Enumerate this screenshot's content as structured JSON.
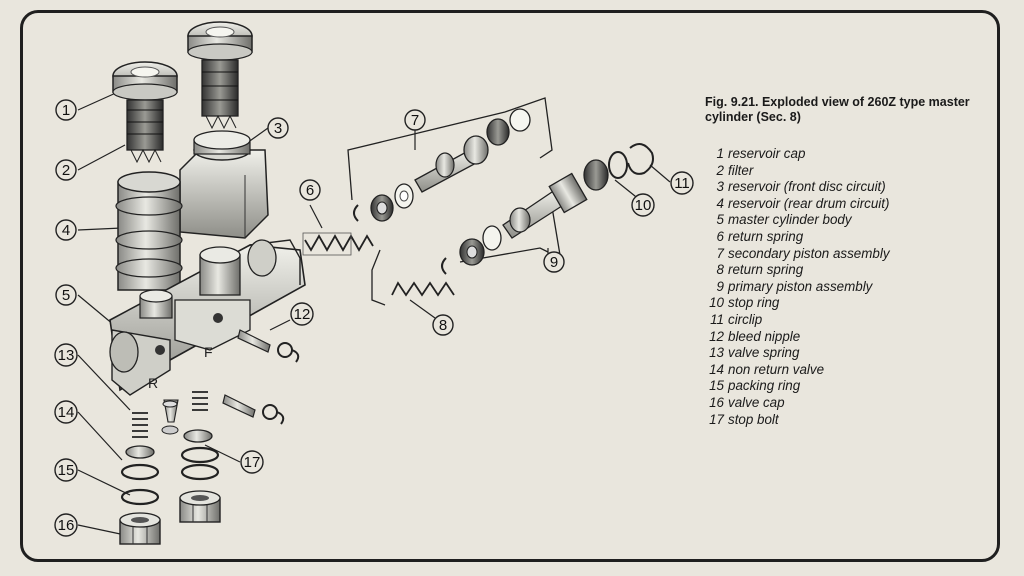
{
  "figure": {
    "caption": "Fig. 9.21. Exploded view of 260Z type master cylinder (Sec. 8)",
    "legend": [
      {
        "num": "1",
        "label": "reservoir cap"
      },
      {
        "num": "2",
        "label": "filter"
      },
      {
        "num": "3",
        "label": "reservoir (front disc circuit)"
      },
      {
        "num": "4",
        "label": "reservoir (rear drum circuit)"
      },
      {
        "num": "5",
        "label": "master cylinder body"
      },
      {
        "num": "6",
        "label": "return spring"
      },
      {
        "num": "7",
        "label": "secondary piston assembly"
      },
      {
        "num": "8",
        "label": "return spring"
      },
      {
        "num": "9",
        "label": "primary piston assembly"
      },
      {
        "num": "10",
        "label": "stop ring"
      },
      {
        "num": "11",
        "label": "circlip"
      },
      {
        "num": "12",
        "label": "bleed nipple"
      },
      {
        "num": "13",
        "label": "valve spring"
      },
      {
        "num": "14",
        "label": "non return valve"
      },
      {
        "num": "15",
        "label": "packing ring"
      },
      {
        "num": "16",
        "label": "valve cap"
      },
      {
        "num": "17",
        "label": "stop bolt"
      }
    ],
    "body_marks": {
      "rear": "R",
      "front": "F"
    }
  }
}
